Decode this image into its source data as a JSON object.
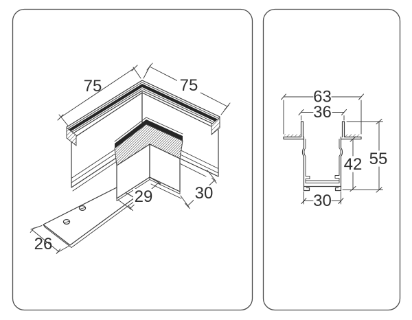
{
  "drawing": {
    "background": "#ffffff",
    "line_color": "#3c3c3c",
    "panel_border_color": "#4c4c4c"
  },
  "left_panel": {
    "dimensions": {
      "flange_left": "75",
      "flange_right": "75",
      "inner_width": "29",
      "channel_width": "30",
      "bracket_width": "26"
    }
  },
  "right_panel": {
    "dimensions": {
      "overall_width": "63",
      "opening_width": "36",
      "overall_height": "55",
      "inner_depth": "42",
      "base_width": "30"
    }
  }
}
